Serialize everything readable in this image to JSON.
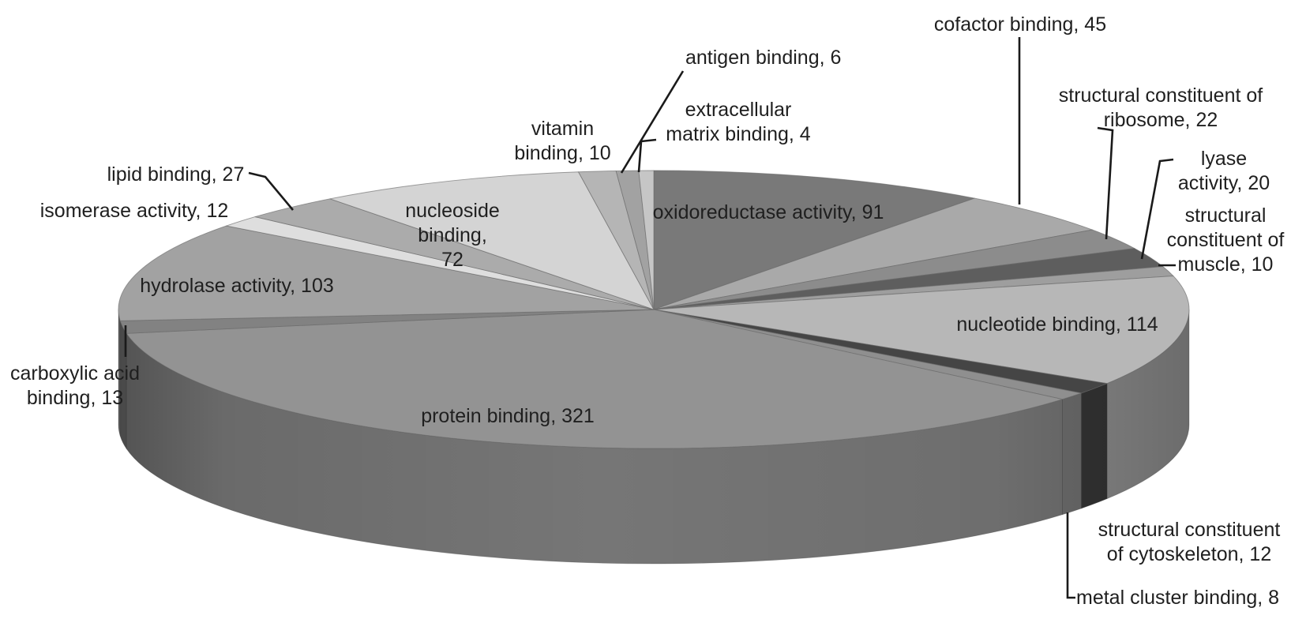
{
  "figure": {
    "background_color": "#ffffff",
    "text_color": "#1f1f1f",
    "leader_line_color": "#1a1a1a"
  },
  "chart_data": {
    "type": "pie",
    "style": "3d-exploded-none",
    "title": "",
    "legend": "none",
    "total": 890,
    "start_angle_deg": 0,
    "direction": "clockwise",
    "slices": [
      {
        "label": "oxidoreductase activity",
        "value": 91,
        "color": "#797979",
        "display": "oxidoreductase activity, 91"
      },
      {
        "label": "cofactor binding",
        "value": 45,
        "color": "#a9a9a9",
        "display": "cofactor binding, 45"
      },
      {
        "label": "structural constituent of ribosome",
        "value": 22,
        "color": "#8c8c8c",
        "display": "structural constituent of\nribosome, 22"
      },
      {
        "label": "lyase activity",
        "value": 20,
        "color": "#5e5e5e",
        "display": "lyase\nactivity, 20"
      },
      {
        "label": "structural constituent of muscle",
        "value": 10,
        "color": "#9e9e9e",
        "display": "structural\nconstituent of\nmuscle, 10"
      },
      {
        "label": "nucleotide binding",
        "value": 114,
        "color": "#b7b7b7",
        "display": "nucleotide binding, 114"
      },
      {
        "label": "structural constituent of cytoskeleton",
        "value": 12,
        "color": "#454545",
        "display": "structural constituent\nof cytoskeleton, 12"
      },
      {
        "label": "metal cluster binding",
        "value": 8,
        "color": "#8f8f8f",
        "display": "metal cluster binding, 8"
      },
      {
        "label": "protein binding",
        "value": 321,
        "color": "#939393",
        "display": "protein binding, 321"
      },
      {
        "label": "carboxylic acid binding",
        "value": 13,
        "color": "#828282",
        "display": "carboxylic acid\nbinding, 13"
      },
      {
        "label": "hydrolase activity",
        "value": 103,
        "color": "#a2a2a2",
        "display": "hydrolase activity, 103"
      },
      {
        "label": "isomerase activity",
        "value": 12,
        "color": "#dedede",
        "display": "isomerase activity, 12"
      },
      {
        "label": "lipid binding",
        "value": 27,
        "color": "#ababab",
        "display": "lipid binding, 27"
      },
      {
        "label": "nucleoside binding",
        "value": 72,
        "color": "#d4d4d4",
        "display": "nucleoside binding,\n72"
      },
      {
        "label": "vitamin binding",
        "value": 10,
        "color": "#b5b5b5",
        "display": "vitamin\nbinding, 10"
      },
      {
        "label": "antigen binding",
        "value": 6,
        "color": "#a2a2a2",
        "display": "antigen binding, 6"
      },
      {
        "label": "extracellular matrix binding",
        "value": 4,
        "color": "#c6c6c6",
        "display": "extracellular\nmatrix binding, 4"
      }
    ]
  }
}
